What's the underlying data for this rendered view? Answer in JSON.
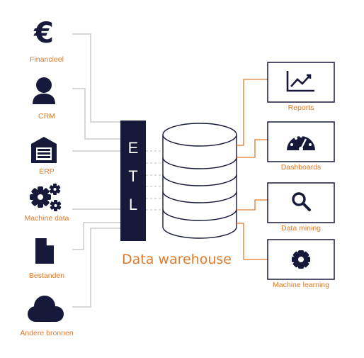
{
  "sources": [
    {
      "label": "Financieel",
      "icon": "euro-icon"
    },
    {
      "label": "CRM",
      "icon": "user-icon"
    },
    {
      "label": "ERP",
      "icon": "warehouse-icon"
    },
    {
      "label": "Machine data",
      "icon": "gears-icon"
    },
    {
      "label": "Bestanden",
      "icon": "file-icon"
    },
    {
      "label": "Andere bronnen",
      "icon": "cloud-icon"
    }
  ],
  "etl": {
    "letters": [
      "E",
      "T",
      "L"
    ]
  },
  "warehouse": {
    "label": "Data warehouse"
  },
  "outputs": [
    {
      "label": "Reports",
      "icon": "chart-icon"
    },
    {
      "label": "Dashboards",
      "icon": "gauge-icon"
    },
    {
      "label": "Data mining",
      "icon": "search-icon"
    },
    {
      "label": "Machine learning",
      "icon": "gear-icon"
    }
  ],
  "colors": {
    "navy": "#16193a",
    "orange": "#e07a2b",
    "line": "#cccccc"
  }
}
